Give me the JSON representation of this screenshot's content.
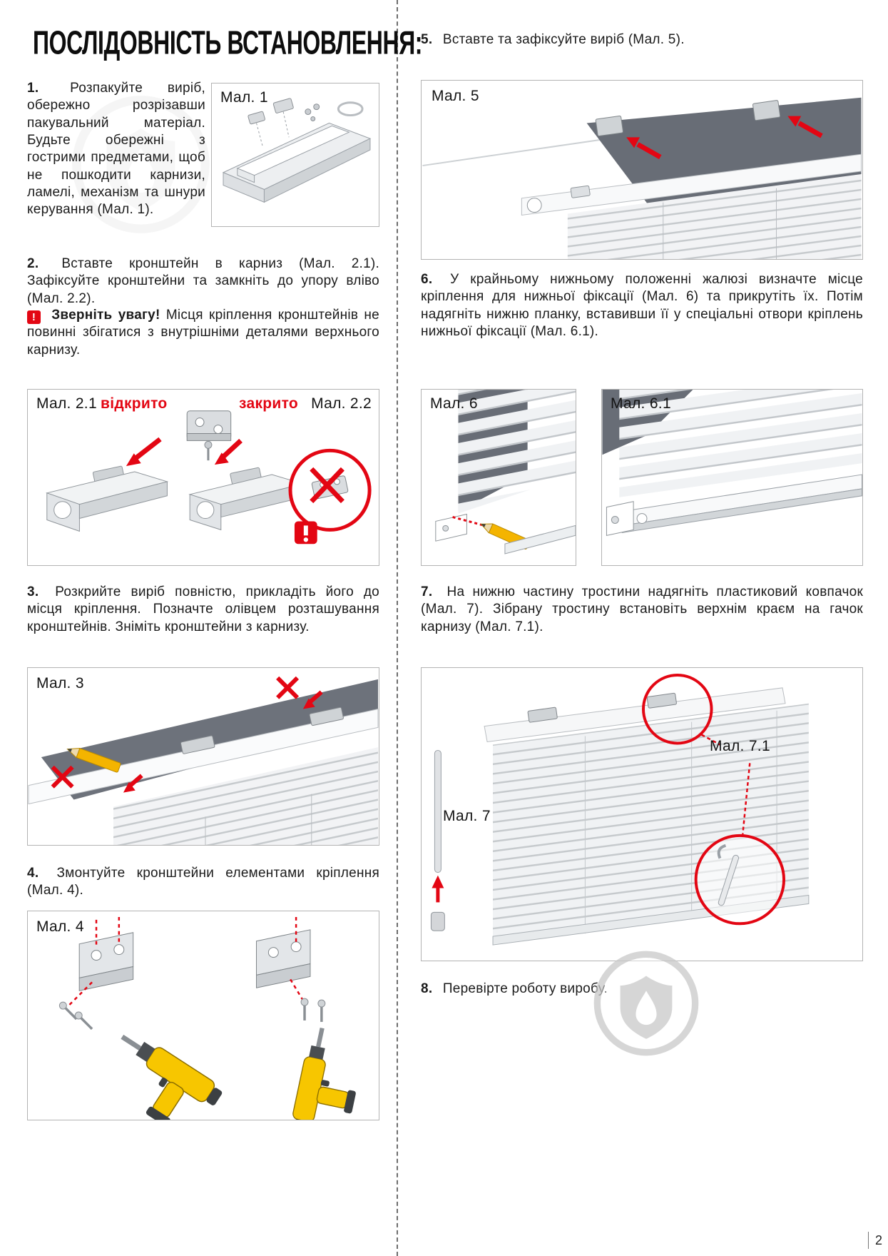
{
  "page": {
    "title": "ПОСЛІДОВНІСТЬ ВСТАНОВЛЕННЯ:",
    "number": "2"
  },
  "warning": {
    "icon": "!",
    "title": "Зверніть увагу!",
    "text": "Місця кріплення кронштейнів не повинні збігатися з внутрішніми деталями верхнього карнизу."
  },
  "steps": {
    "s1": {
      "num": "1.",
      "text": "Розпакуйте виріб, обережно розрізавши пакувальний матеріал. Будьте обережні з гострими предметами, щоб не пошкодити карнизи, ламелі, механізм та шнури керування (Мал. 1)."
    },
    "s2": {
      "num": "2.",
      "text": "Вставте кронштейн в карниз (Мал. 2.1). Зафіксуйте кронштейни та замкніть до упору вліво (Мал. 2.2)."
    },
    "s3": {
      "num": "3.",
      "text": "Розкрийте виріб повністю, прикладіть його до місця кріплення. Позначте олівцем розташування кронштейнів. Зніміть кронштейни з карнизу."
    },
    "s4": {
      "num": "4.",
      "text": "Змонтуйте кронштейни елементами кріплення (Мал. 4)."
    },
    "s5": {
      "num": "5.",
      "text": "Вставте та зафіксуйте виріб (Мал. 5)."
    },
    "s6": {
      "num": "6.",
      "text": "У крайньому нижньому положенні жалюзі визначте місце кріплення для нижньої фіксації (Мал. 6) та прикрутіть їх. Потім надягніть нижню планку, вставивши її у спеціальні отвори кріплень нижньої фіксації (Мал. 6.1)."
    },
    "s7": {
      "num": "7.",
      "text": "На нижню частину тростини надягніть пластиковий ковпачок (Мал. 7). Зібрану тростину встановіть верхнім краєм на гачок карнизу (Мал. 7.1)."
    },
    "s8": {
      "num": "8.",
      "text": "Перевірте роботу виробу."
    }
  },
  "figures": {
    "f1": "Мал. 1",
    "f21": "Мал. 2.1",
    "f22": "Мал. 2.2",
    "open_label": "відкрито",
    "closed_label": "закрито",
    "f3": "Мал. 3",
    "f4": "Мал. 4",
    "f5": "Мал. 5",
    "f6": "Мал. 6",
    "f61": "Мал. 6.1",
    "f7": "Мал. 7",
    "f71": "Мал. 7.1"
  },
  "colors": {
    "accent_red": "#e30613",
    "figure_border": "#b3b3b3",
    "drill_yellow": "#f7c600"
  }
}
